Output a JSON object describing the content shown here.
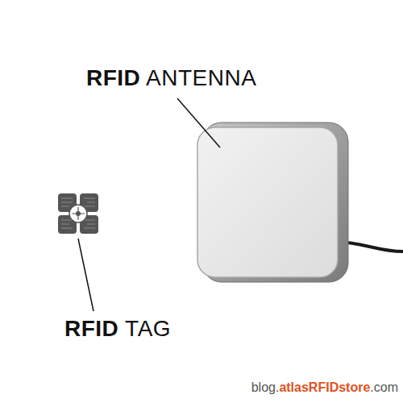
{
  "diagram": {
    "labels": [
      "RFID ANTENNA",
      "RFID TAG",
      "blog.atlasRFIDstore.com"
    ]
  }
}
